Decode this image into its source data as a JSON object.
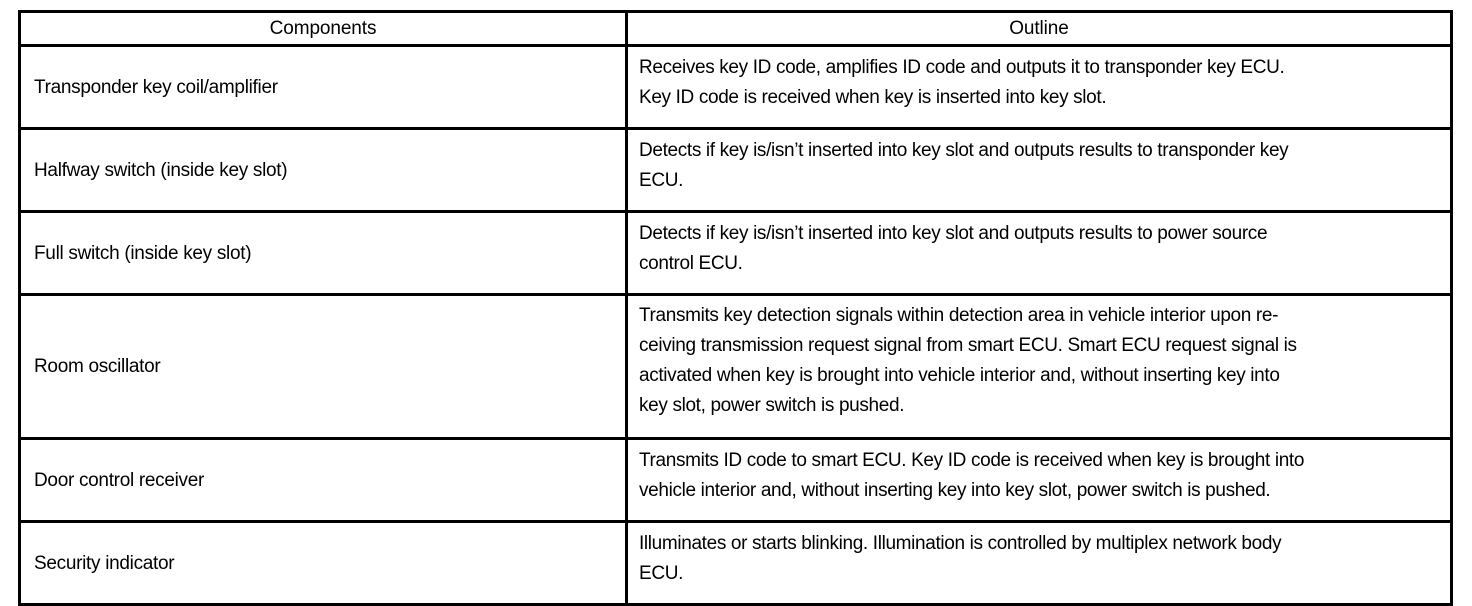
{
  "table": {
    "headers": {
      "components": "Components",
      "outline": "Outline"
    },
    "rows": [
      {
        "component": "Transponder key coil/amplifier",
        "outline_lines": [
          "Receives key ID code, amplifies ID code and outputs it to transponder key ECU.",
          "Key ID code is received when key is inserted into key slot."
        ]
      },
      {
        "component": "Halfway switch (inside key slot)",
        "outline_lines": [
          "Detects if key is/isn’t inserted into key slot and outputs results to transponder key",
          "ECU."
        ]
      },
      {
        "component": "Full switch (inside key slot)",
        "outline_lines": [
          "Detects if key is/isn’t inserted into key slot and outputs results to power source",
          "control ECU."
        ]
      },
      {
        "component": "Room oscillator",
        "outline_lines": [
          "Transmits key detection signals within detection area in vehicle interior upon re-",
          "ceiving transmission request signal from smart ECU. Smart ECU request signal is",
          "activated when key is brought into vehicle interior and, without inserting key into",
          "key slot, power switch is pushed."
        ]
      },
      {
        "component": "Door control receiver",
        "outline_lines": [
          "Transmits ID code to smart ECU. Key ID code is received when key is brought into",
          "vehicle interior and, without inserting key into key slot, power switch is pushed."
        ]
      },
      {
        "component": "Security indicator",
        "outline_lines": [
          "Illuminates or starts blinking. Illumination is controlled by multiplex network body",
          "ECU."
        ]
      }
    ]
  },
  "colors": {
    "border": "#000000",
    "text": "#000000",
    "background": "#ffffff"
  }
}
